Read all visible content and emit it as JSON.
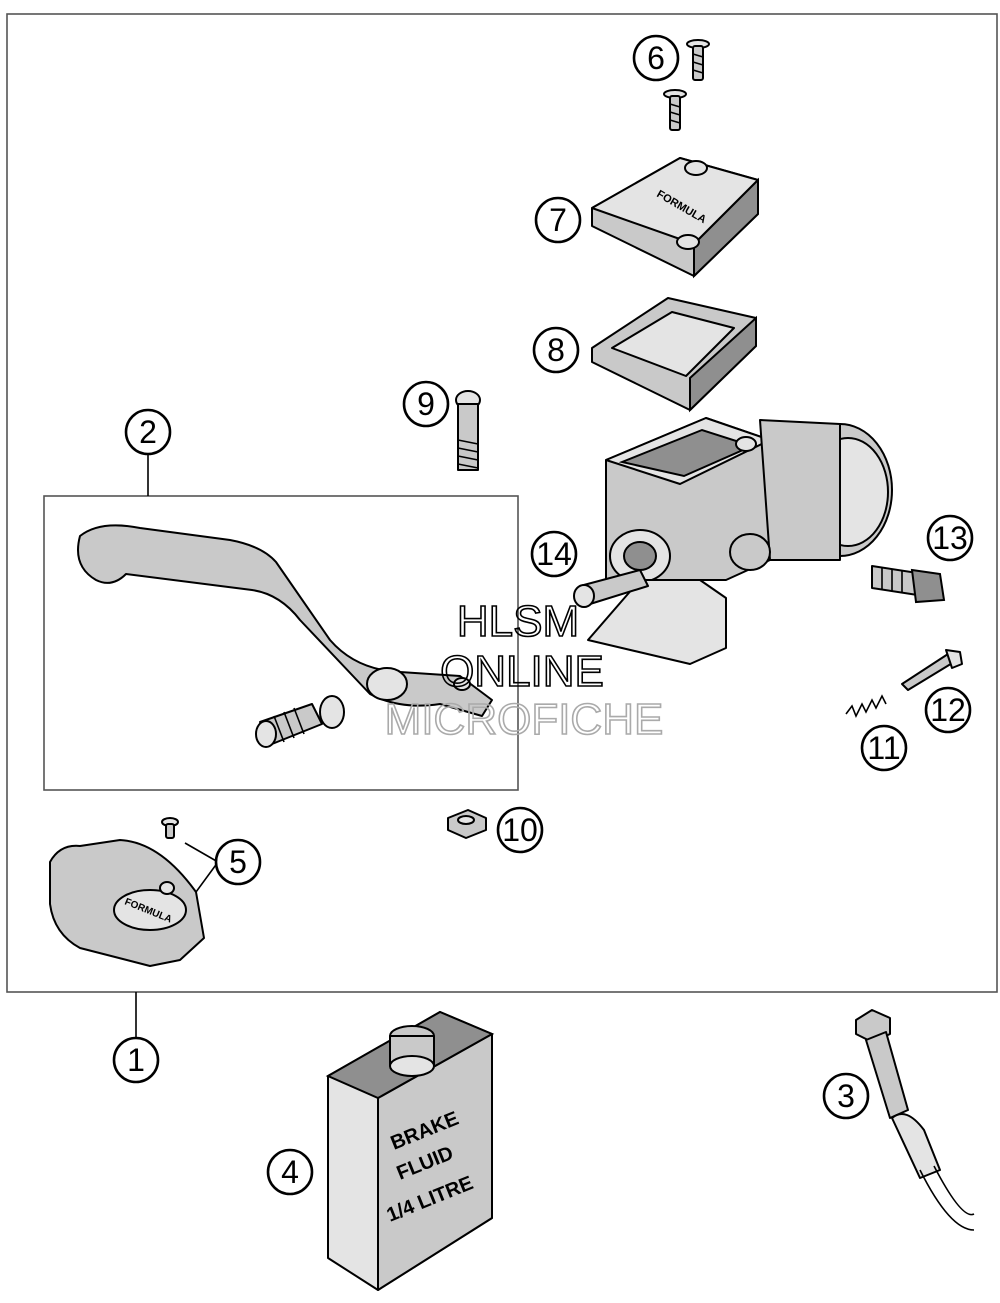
{
  "callouts": [
    {
      "num": "1"
    },
    {
      "num": "2"
    },
    {
      "num": "3"
    },
    {
      "num": "4"
    },
    {
      "num": "5"
    },
    {
      "num": "6"
    },
    {
      "num": "7"
    },
    {
      "num": "8"
    },
    {
      "num": "9"
    },
    {
      "num": "10"
    },
    {
      "num": "11"
    },
    {
      "num": "12"
    },
    {
      "num": "13"
    },
    {
      "num": "14"
    }
  ],
  "parts": {
    "cover_brand": "FORMULA",
    "clamp_cover_brand": "FORMULA",
    "fluid_bottle": {
      "line1": "BRAKE",
      "line2": "FLUID",
      "line3": "1/4 LITRE"
    }
  },
  "watermark": {
    "line1": "HLSM",
    "line2": "ONLINE",
    "line3": "MICROFICHE",
    "color": "#888888"
  }
}
